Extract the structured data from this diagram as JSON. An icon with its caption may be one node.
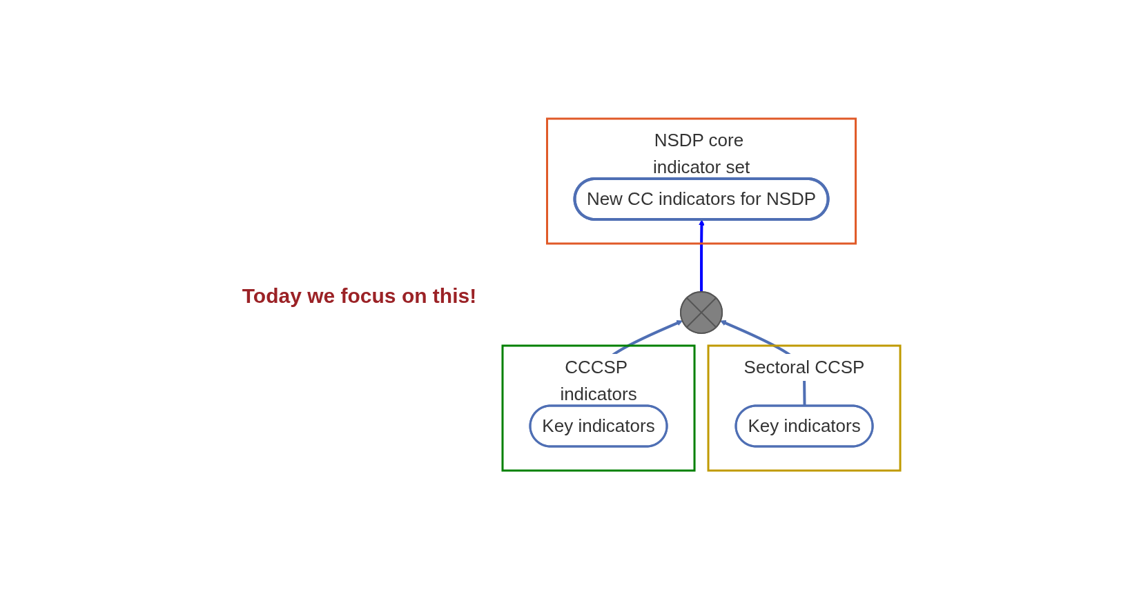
{
  "diagram": {
    "nodes": [
      {
        "text": [
          "NSDP core indicator set"
        ]
      },
      {
        "text": [
          "New CC indicators for NSDP"
        ],
        "in": 0
      },
      {
        "text": [],
        "shape": "plus"
      },
      {
        "text": [
          "CCCSP indicators"
        ]
      },
      {
        "text": [
          "Key indicators"
        ],
        "in": 3
      },
      {
        "text": [
          "Sectoral CCSP"
        ]
      },
      {
        "text": [
          "Key indicators"
        ],
        "in": 5
      }
    ],
    "edges": [
      {
        "from": 4,
        "to": 2,
        "arrow": "to"
      },
      {
        "from": 6,
        "to": 2,
        "arrow": "to"
      },
      {
        "from": 2,
        "to": 1,
        "arrow": "to",
        "color": "#0000ff"
      }
    ],
    "labels": [
      "Today we focus on this!"
    ]
  }
}
